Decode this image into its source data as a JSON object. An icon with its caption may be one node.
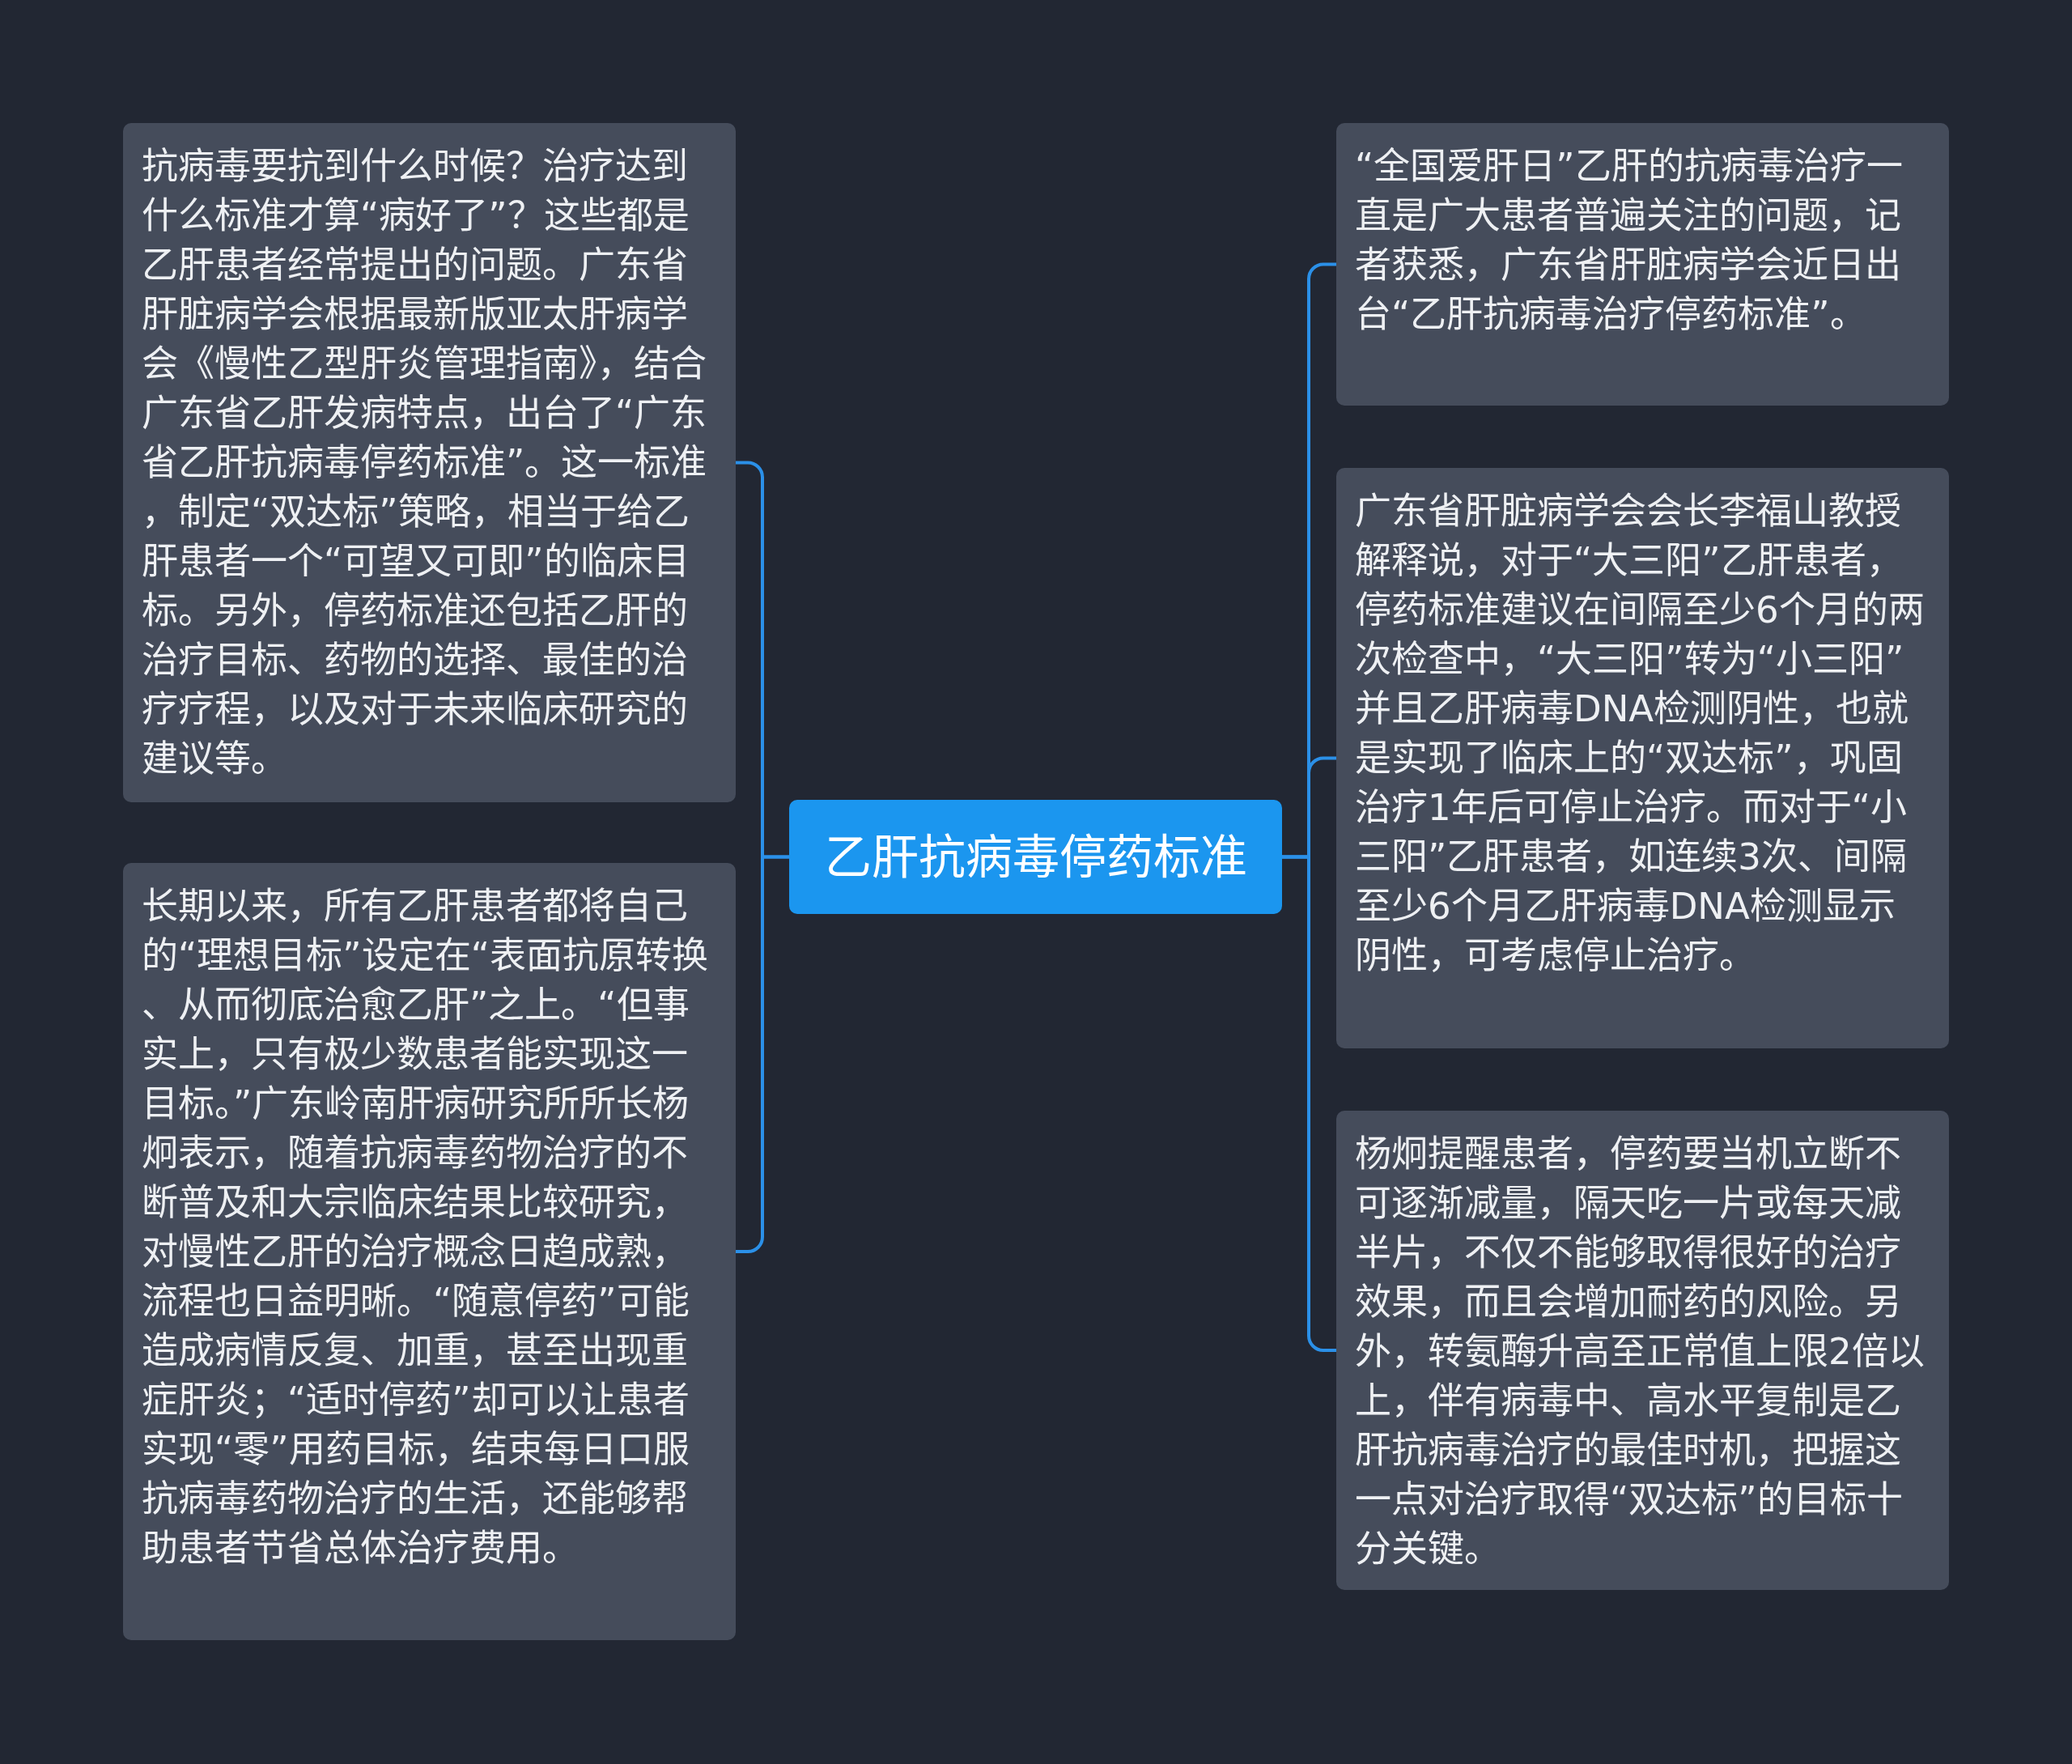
{
  "diagram": {
    "nodes": [
      {
        "text": [
          "乙肝抗病毒停药标准"
        ]
      },
      {
        "text": [
          "抗病毒要抗到什么时候？治疗达到什么标准才算“病好了”？这些都是乙肝患者经常提出的问题。广东省肝脏病学会根据最新版亚太肝病学会《慢性乙型肝炎管理指南》，结合广东省乙肝发病特点，出台了“广东省乙肝抗病毒停药标准”。这一标准，制定“双达标”策略，相当于给乙肝患者一个“可望又可即”的临床目标。另外，停药标准还包括乙肝的治疗目标、药物的选择、最佳的治疗疗程，以及对于未来临床研究的建议等。"
        ]
      },
      {
        "text": [
          "长期以来，所有乙肝患者都将自己的“理想目标”设定在“表面抗原转换、从而彻底治愈乙肝”之上。“但事实上，只有极少数患者能实现这一目标。”广东岭南肝病研究所所长杨炯表示，随着抗病毒药物治疗的不断普及和大宗临床结果比较研究，对慢性乙肝的治疗概念日趋成熟，流程也日益明晰。“随意停药”可能造成病情反复、加重，甚至出现重症肝炎；“适时停药”却可以让患者实现“零”用药目标，结束每日口服抗病毒药物治疗的生活，还能够帮助患者节省总体治疗费用。"
        ]
      },
      {
        "text": [
          "“全国爱肝日”乙肝的抗病毒治疗一直是广大患者普遍关注的问题，记者获悉，广东省肝脏病学会近日出台“乙肝抗病毒治疗停药标准”。"
        ]
      },
      {
        "text": [
          "广东省肝脏病学会会长李福山教授解释说，对于“大三阳”乙肝患者，停药标准建议在间隔至少6个月的两次检查中，“大三阳”转为“小三阳”并且乙肝病毒DNA检测阴性，也就是实现了临床上的“双达标”，巩固治疗1年后可停止治疗。而对于“小三阳”乙肝患者，如连续3次、间隔至少6个月乙肝病毒DNA检测显示阴性，可考虑停止治疗。"
        ]
      },
      {
        "text": [
          "杨炯提醒患者，停药要当机立断不可逐渐减量，隔天吃一片或每天减半片，不仅不能够取得很好的治疗效果，而且会增加耐药的风险。另外，转氨酶升高至正常值上限2倍以上，伴有病毒中、高水平复制是乙肝抗病毒治疗的最佳时机，把握这一点对治疗取得“双达标”的目标十分关键。"
        ]
      }
    ],
    "edges": [
      {
        "from": 0,
        "to": 1,
        "arrow": "none"
      },
      {
        "from": 0,
        "to": 2,
        "arrow": "none"
      },
      {
        "from": 0,
        "to": 3,
        "arrow": "none"
      },
      {
        "from": 0,
        "to": 4,
        "arrow": "none"
      },
      {
        "from": 0,
        "to": 5,
        "arrow": "none"
      }
    ]
  }
}
